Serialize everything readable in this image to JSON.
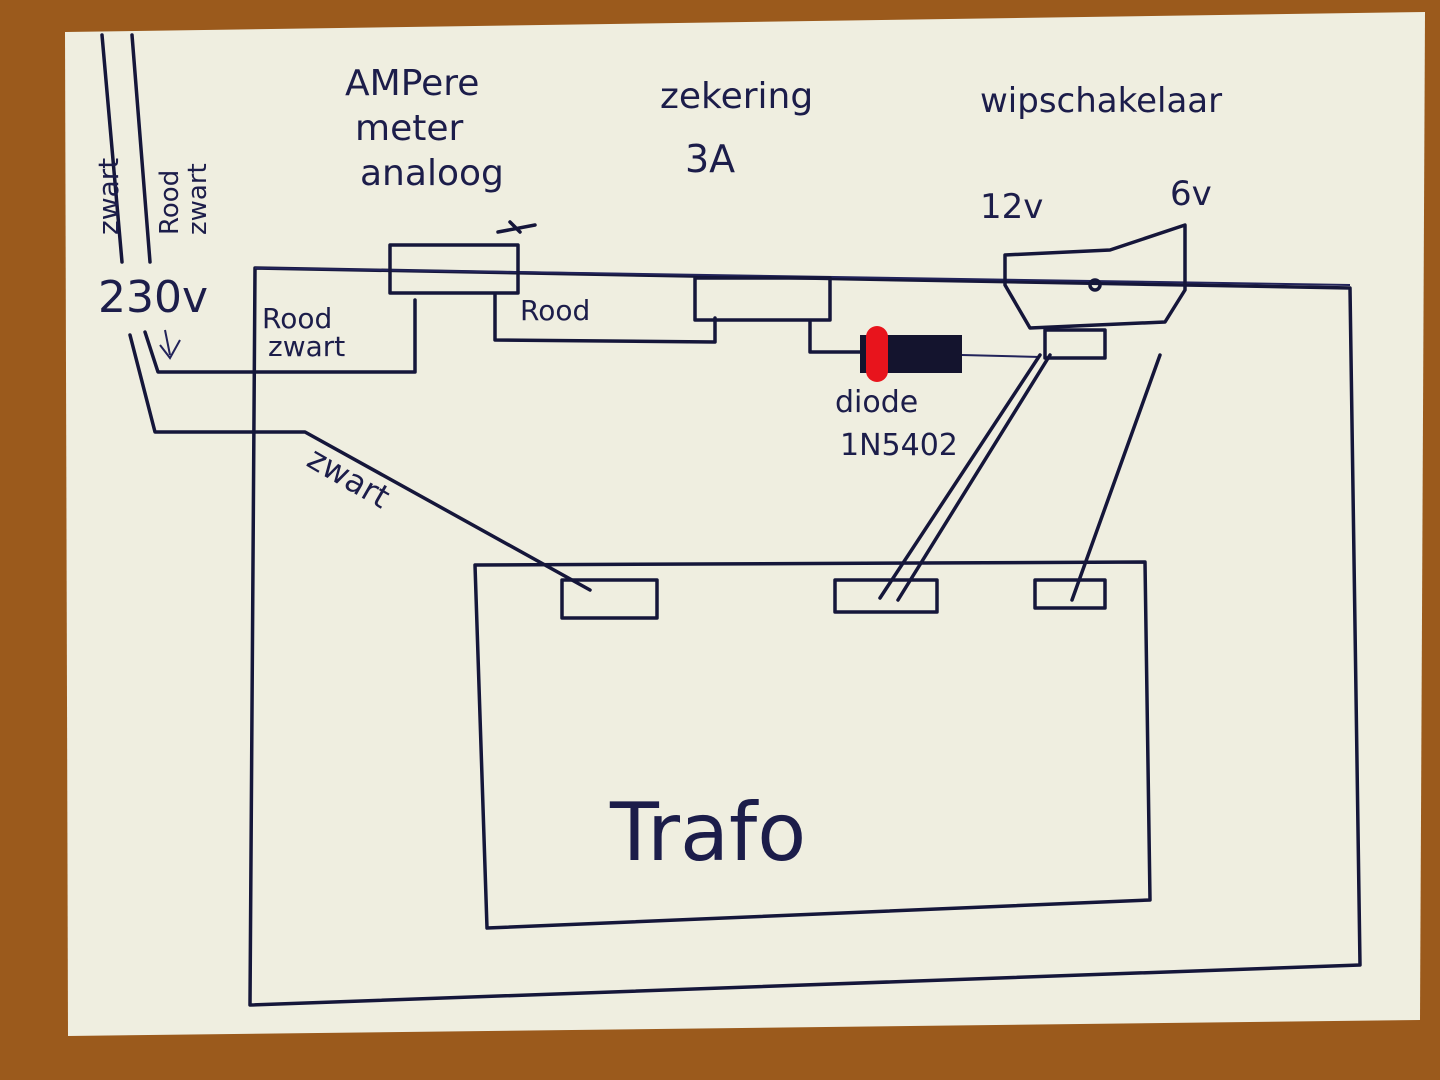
{
  "labels": {
    "zwart_top": "zwart",
    "rood_zwart_top_1": "Rood",
    "rood_zwart_top_2": "zwart",
    "voltage_in": "230v",
    "ammeter_1": "AMPere",
    "ammeter_2": "meter",
    "ammeter_3": "analoog",
    "fuse_1": "zekering",
    "fuse_2": "3A",
    "switch": "wipschakelaar",
    "v12": "12v",
    "v6": "6v",
    "rood_zwart_1": "Rood",
    "rood_zwart_2": "zwart",
    "rood": "Rood",
    "diode_1": "diode",
    "diode_2": "1N5402",
    "zwart_wire": "zwart",
    "trafo": "Trafo"
  },
  "colors": {
    "paper": "#efeee0",
    "ink": "#15163a",
    "background": "#9b5a1c",
    "marker": "#e8141c"
  }
}
